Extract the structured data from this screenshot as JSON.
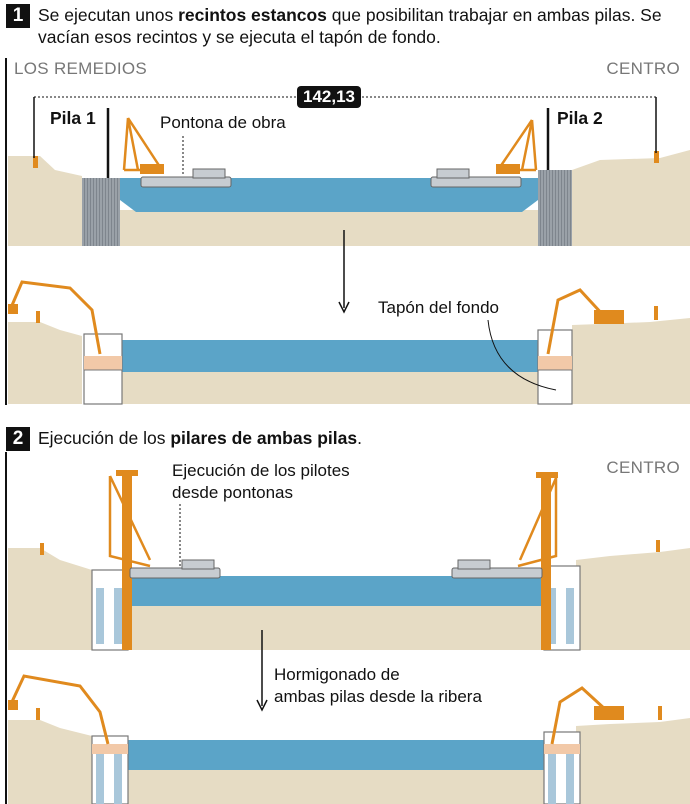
{
  "step1": {
    "number": "1",
    "text_pre": "Se ejecutan unos ",
    "text_bold": "recintos estancos",
    "text_post": " que posibilitan trabajar en ambas pilas. Se vacían esos recintos y se ejecuta el tapón de fondo."
  },
  "step2": {
    "number": "2",
    "text_pre": "Ejecución de los ",
    "text_bold": "pilares de ambas pilas",
    "text_post": "."
  },
  "labels": {
    "left_bank": "LOS REMEDIOS",
    "right_bank": "CENTRO",
    "right_bank_2": "CENTRO",
    "span_dimension": "142,13",
    "pila1": "Pila 1",
    "pila2": "Pila 2",
    "pontoon": "Pontona de obra",
    "plug": "Tapón del fondo",
    "piles_line1": "Ejecución de los pilotes",
    "piles_line2": "desde pontonas",
    "concrete_line1": "Hormigonado de",
    "concrete_line2": "ambas pilas desde la ribera"
  },
  "colors": {
    "ground": "#e6dcc4",
    "water": "#5ba4c8",
    "water_dark": "#3b86ad",
    "machinery": "#e08a1e",
    "cofferdam": "#8a9099",
    "concrete_fill": "#f2c9a8",
    "text": "#111111",
    "muted": "#777777"
  }
}
